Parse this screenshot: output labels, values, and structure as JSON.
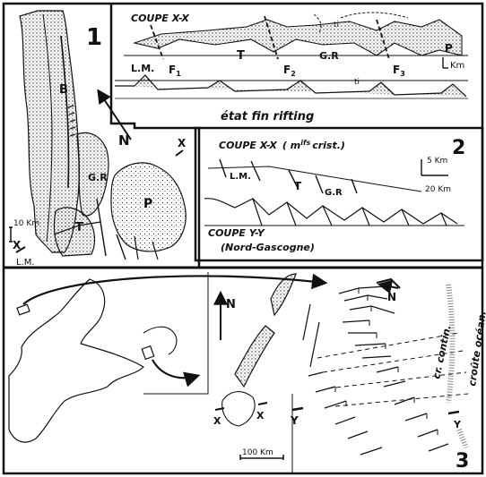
{
  "panel1": {
    "number": "1",
    "section_title": "COUPE X-X",
    "labels": {
      "lm": "L.M.",
      "t": "T",
      "gr": "G.R",
      "p": "P",
      "f1": "F",
      "f1_sub": "1",
      "f2": "F",
      "f2_sub": "2",
      "f3": "F",
      "f3_sub": "3",
      "ti_top": "ti",
      "ti_lower": "ti",
      "km": "Km",
      "caption": "état fin rifting"
    },
    "map_labels": {
      "b": "B",
      "n": "N",
      "gr": "G.R",
      "p": "P",
      "t": "T",
      "x_left": "X",
      "x_right": "X",
      "lm": "L.M.",
      "scale": "10 Km"
    }
  },
  "panel2": {
    "number": "2",
    "section_xx": "COUPE X-X",
    "section_xx_sub": "( m",
    "section_xx_sup": "ifs",
    "section_xx_tail": "crist.)",
    "labels": {
      "lm": "L.M.",
      "t": "T",
      "gr": "G.R"
    },
    "scale_v": "5 Km",
    "scale_h": "20 Km",
    "section_yy": "COUPE Y-Y",
    "section_yy_sub": "(Nord-Gascogne)"
  },
  "panel3": {
    "number": "3",
    "labels": {
      "n_left": "N",
      "n_right": "N",
      "x_left": "X",
      "x_right": "X",
      "y_left": "Y",
      "y_right": "Y",
      "cr_contin": "cr. contin.",
      "croute_ocean": "croûte océan.",
      "scale": "100 Km"
    }
  }
}
